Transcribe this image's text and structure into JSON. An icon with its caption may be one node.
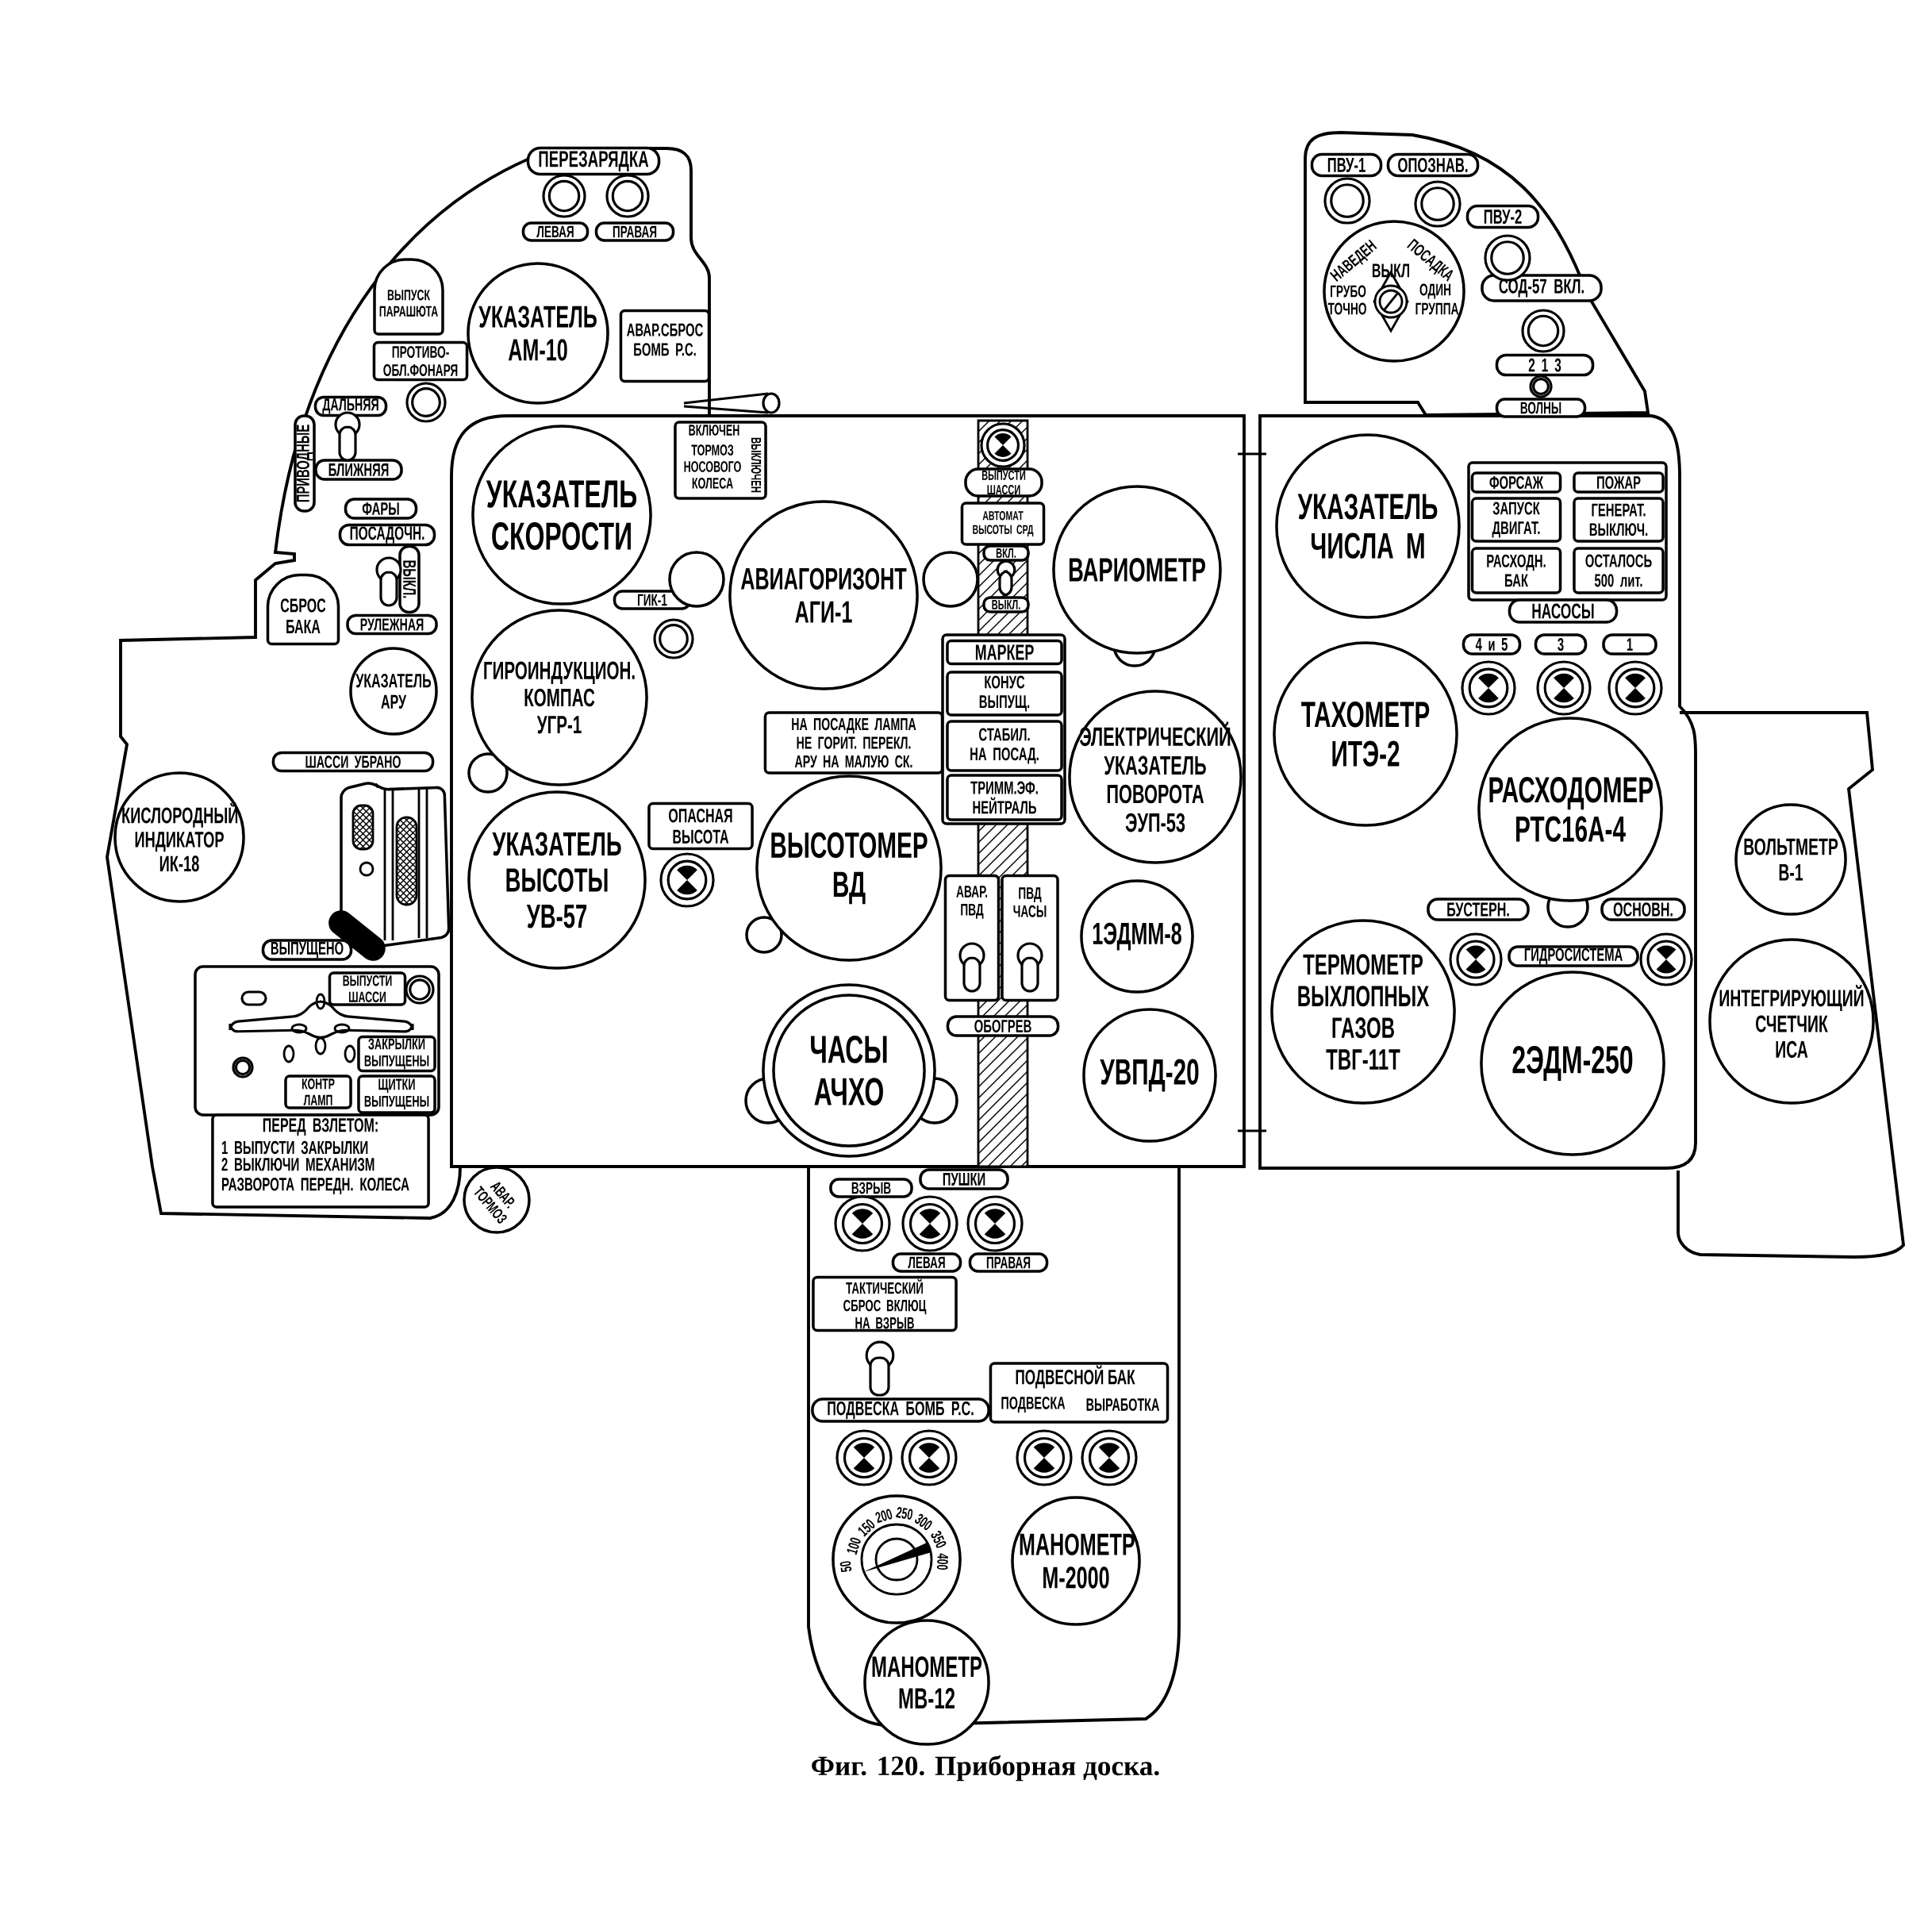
{
  "diagram": {
    "caption": "Фиг. 120. Приборная доска.",
    "nodes": [
      {
        "text": [
          "ПЕРЕЗАРЯДКА"
        ]
      },
      {
        "text": [
          "ЛЕВАЯ"
        ]
      },
      {
        "text": [
          "ПРАВАЯ"
        ]
      },
      {
        "text": [
          "ВЫПУСК ПАРАШЮТА"
        ]
      },
      {
        "text": [
          "ПРОТИВО- ОБЛ.ФОНАРЯ"
        ]
      },
      {
        "text": [
          "УКАЗАТЕЛЬ",
          "АМ-10"
        ]
      },
      {
        "text": [
          "АВАР.СБРОС БОМБ Р.С."
        ]
      },
      {
        "text": [
          "ПРИВОДНЫЕ"
        ]
      },
      {
        "text": [
          "ДАЛЬНЯЯ"
        ]
      },
      {
        "text": [
          "БЛИЖНЯЯ"
        ]
      },
      {
        "text": [
          "ФАРЫ"
        ]
      },
      {
        "text": [
          "ПОСАДОЧН."
        ]
      },
      {
        "text": [
          "ВЫКЛ."
        ]
      },
      {
        "text": [
          "РУЛЕЖНАЯ"
        ]
      },
      {
        "text": [
          "СБРОС БАКА"
        ]
      },
      {
        "text": [
          "УКАЗАТЕЛЬ",
          "АРУ"
        ]
      },
      {
        "text": [
          "ШАССИ УБРАНО"
        ]
      },
      {
        "text": [
          "КИСЛОРОДНЫЙ ИНДИКАТОР",
          "ИК-18"
        ]
      },
      {
        "text": [
          "ВЫПУЩЕНО"
        ]
      },
      {
        "text": [
          "ВЫПУСТИ ШАССИ"
        ]
      },
      {
        "text": [
          "ЗАКРЫЛКИ ВЫПУЩЕНЫ"
        ]
      },
      {
        "text": [
          "КОНТР ЛАМП"
        ]
      },
      {
        "text": [
          "ЩИТКИ ВЫПУЩЕНЫ"
        ]
      },
      {
        "text": [
          "ПЕРЕД ВЗЛЕТОМ:",
          "1 ВЫПУСТИ ЗАКРЫЛКИ",
          "2 ВЫКЛЮЧИ МЕХАНИЗМ РАЗВОРОТА ПЕРЕДН. КОЛЕСА"
        ]
      },
      {
        "text": [
          "АВАР. ТОРМОЗ"
        ]
      },
      {
        "text": [
          "ВКЛЮЧЕН",
          "ТОРМОЗ НОСОВОГО КОЛЕСА",
          "ВЫКЛЮЧЕН"
        ]
      },
      {
        "text": [
          "УКАЗАТЕЛЬ СКОРОСТИ"
        ]
      },
      {
        "text": [
          "ГИК-1"
        ]
      },
      {
        "text": [
          "АВИАГОРИЗОНТ",
          "АГИ-1"
        ]
      },
      {
        "text": [
          "ГИРОИНДУКЦИОН. КОМПАС",
          "УГР-1"
        ]
      },
      {
        "text": [
          "УКАЗАТЕЛЬ ВЫСОТЫ",
          "УВ-57"
        ]
      },
      {
        "text": [
          "ОПАСНАЯ ВЫСОТА"
        ]
      },
      {
        "text": [
          "НА ПОСАДКЕ ЛАМПА НЕ ГОРИТ. ПЕРЕКЛ. АРУ НА МАЛУЮ СК."
        ]
      },
      {
        "text": [
          "ВЫСОТОМЕР",
          "ВД"
        ]
      },
      {
        "text": [
          "ЧАСЫ",
          "АЧХО"
        ]
      },
      {
        "text": [
          "ВЫПУСТИ ШАССИ"
        ]
      },
      {
        "text": [
          "АВТОМАТ ВЫСОТЫ СРД"
        ]
      },
      {
        "text": [
          "ВКЛ."
        ]
      },
      {
        "text": [
          "ВЫКЛ."
        ]
      },
      {
        "text": [
          "МАРКЕР"
        ]
      },
      {
        "text": [
          "КОНУС ВЫПУЩ."
        ]
      },
      {
        "text": [
          "СТАБИЛ. НА ПОСАД."
        ]
      },
      {
        "text": [
          "ТРИММ.ЭФ. НЕЙТРАЛЬ"
        ]
      },
      {
        "text": [
          "АВАР. ПВД"
        ]
      },
      {
        "text": [
          "ПВД ЧАСЫ"
        ]
      },
      {
        "text": [
          "ОБОГРЕВ"
        ]
      },
      {
        "text": [
          "ВАРИОМЕТР"
        ]
      },
      {
        "text": [
          "ЭЛЕКТРИЧЕСКИЙ УКАЗАТЕЛЬ ПОВОРОТА",
          "ЭУП-53"
        ]
      },
      {
        "text": [
          "1ЭДММ-8"
        ]
      },
      {
        "text": [
          "УВПД-20"
        ]
      },
      {
        "text": [
          "ПВУ-1"
        ]
      },
      {
        "text": [
          "ОПОЗНАВ."
        ]
      },
      {
        "text": [
          "ПВУ-2"
        ]
      },
      {
        "text": [
          "НАВЕДЕН",
          "ПОСАДКА",
          "ВЫКЛ",
          "ГРУБО",
          "ТОЧНО",
          "ОДИН",
          "ГРУППА"
        ]
      },
      {
        "text": [
          "СОД-57 ВКЛ."
        ]
      },
      {
        "text": [
          "2 1 3"
        ]
      },
      {
        "text": [
          "ВОЛНЫ"
        ]
      },
      {
        "text": [
          "УКАЗАТЕЛЬ ЧИСЛА М"
        ]
      },
      {
        "text": [
          "ФОРСАЖ"
        ]
      },
      {
        "text": [
          "ПОЖАР"
        ]
      },
      {
        "text": [
          "ЗАПУСК ДВИГАТ."
        ]
      },
      {
        "text": [
          "ГЕНЕРАТ. ВЫКЛЮЧ."
        ]
      },
      {
        "text": [
          "РАСХОДН. БАК"
        ]
      },
      {
        "text": [
          "ОСТАЛОСЬ 500 лит."
        ]
      },
      {
        "text": [
          "НАСОСЫ"
        ]
      },
      {
        "text": [
          "4 и 5"
        ]
      },
      {
        "text": [
          "3"
        ]
      },
      {
        "text": [
          "1"
        ]
      },
      {
        "text": [
          "ТАХОМЕТР",
          "ИТЭ-2"
        ]
      },
      {
        "text": [
          "РАСХОДОМЕР",
          "РТС16А-4"
        ]
      },
      {
        "text": [
          "БУСТЕРН."
        ]
      },
      {
        "text": [
          "ОСНОВН."
        ]
      },
      {
        "text": [
          "ГИДРОСИСТЕМА"
        ]
      },
      {
        "text": [
          "ТЕРМОМЕТР ВЫХЛОПНЫХ ГАЗОВ",
          "ТВГ-11Т"
        ]
      },
      {
        "text": [
          "2ЭДМ-250"
        ]
      },
      {
        "text": [
          "ВОЛЬТМЕТР",
          "В-1"
        ]
      },
      {
        "text": [
          "ИНТЕГРИРУЮЩИЙ СЧЕТЧИК",
          "ИСА"
        ]
      },
      {
        "text": [
          "ВЗРЫВ"
        ]
      },
      {
        "text": [
          "ПУШКИ"
        ]
      },
      {
        "text": [
          "ЛЕВАЯ"
        ]
      },
      {
        "text": [
          "ПРАВАЯ"
        ]
      },
      {
        "text": [
          "ТАКТИЧЕСКИЙ СБРОС ВКЛЮЦ НА ВЗРЫВ"
        ]
      },
      {
        "text": [
          "ПОДВЕСКА БОМБ Р.С."
        ]
      },
      {
        "text": [
          "ПОДВЕСНОЙ БАК",
          "ПОДВЕСКА",
          "ВЫРАБОТКА"
        ]
      },
      {
        "text": [
          "50",
          "100",
          "150",
          "200",
          "250",
          "300",
          "350",
          "400"
        ]
      },
      {
        "text": [
          "МАНОМЕТР",
          "М-2000"
        ]
      },
      {
        "text": [
          "МАНОМЕТР",
          "МВ-12"
        ]
      }
    ]
  }
}
